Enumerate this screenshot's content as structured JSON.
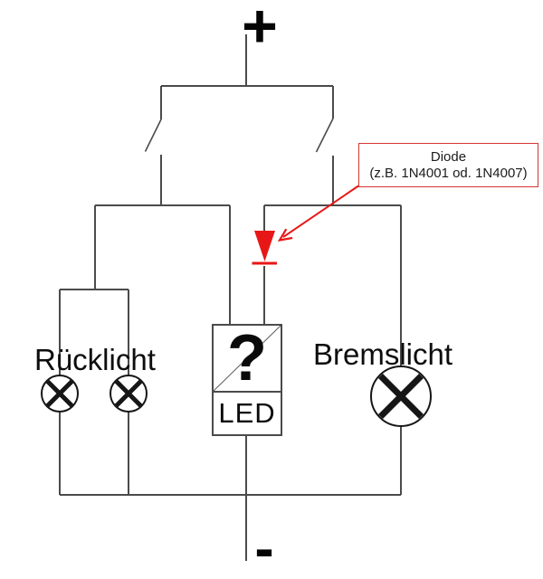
{
  "diagram": {
    "terminals": {
      "positive": "+",
      "negative": "-"
    },
    "labels": {
      "tail_light": "Rücklicht",
      "brake_light": "Bremslicht",
      "unknown_component": "?",
      "led": "LED"
    },
    "annotation": {
      "line1": "Diode",
      "line2": "(z.B. 1N4001 od. 1N4007)"
    },
    "icons": {
      "switch": "open-switch-blade-symbol",
      "lamp": "lamp-circle-x-symbol",
      "diode": "red-diode-triangle-cathode-symbol",
      "leader": "red-annotation-arrow"
    },
    "colors": {
      "background": "#ffffff",
      "wire": "#4b4b4b",
      "symbol": "#161616",
      "diode_red": "#e81717",
      "annotation_red": "#d43535"
    }
  }
}
